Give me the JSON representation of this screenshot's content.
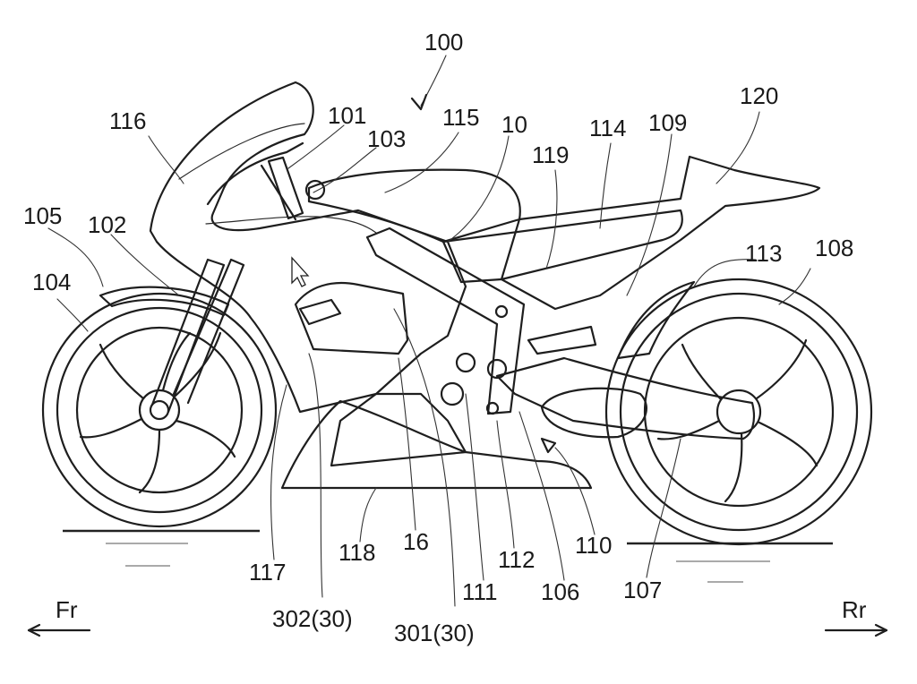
{
  "diagram": {
    "title_ref": "100",
    "labels": {
      "l100": "100",
      "l101": "101",
      "l102": "102",
      "l103": "103",
      "l104": "104",
      "l105": "105",
      "l106": "106",
      "l107": "107",
      "l108": "108",
      "l109": "109",
      "l10": "10",
      "l110": "110",
      "l111": "111",
      "l112": "112",
      "l113": "113",
      "l114": "114",
      "l115": "115",
      "l116": "116",
      "l117": "117",
      "l118": "118",
      "l119": "119",
      "l120": "120",
      "l16": "16",
      "l301": "301(30)",
      "l302": "302(30)"
    },
    "direction": {
      "front": "Fr",
      "rear": "Rr"
    }
  },
  "colors": {
    "line": "#1e1e1e",
    "background": "#ffffff"
  }
}
